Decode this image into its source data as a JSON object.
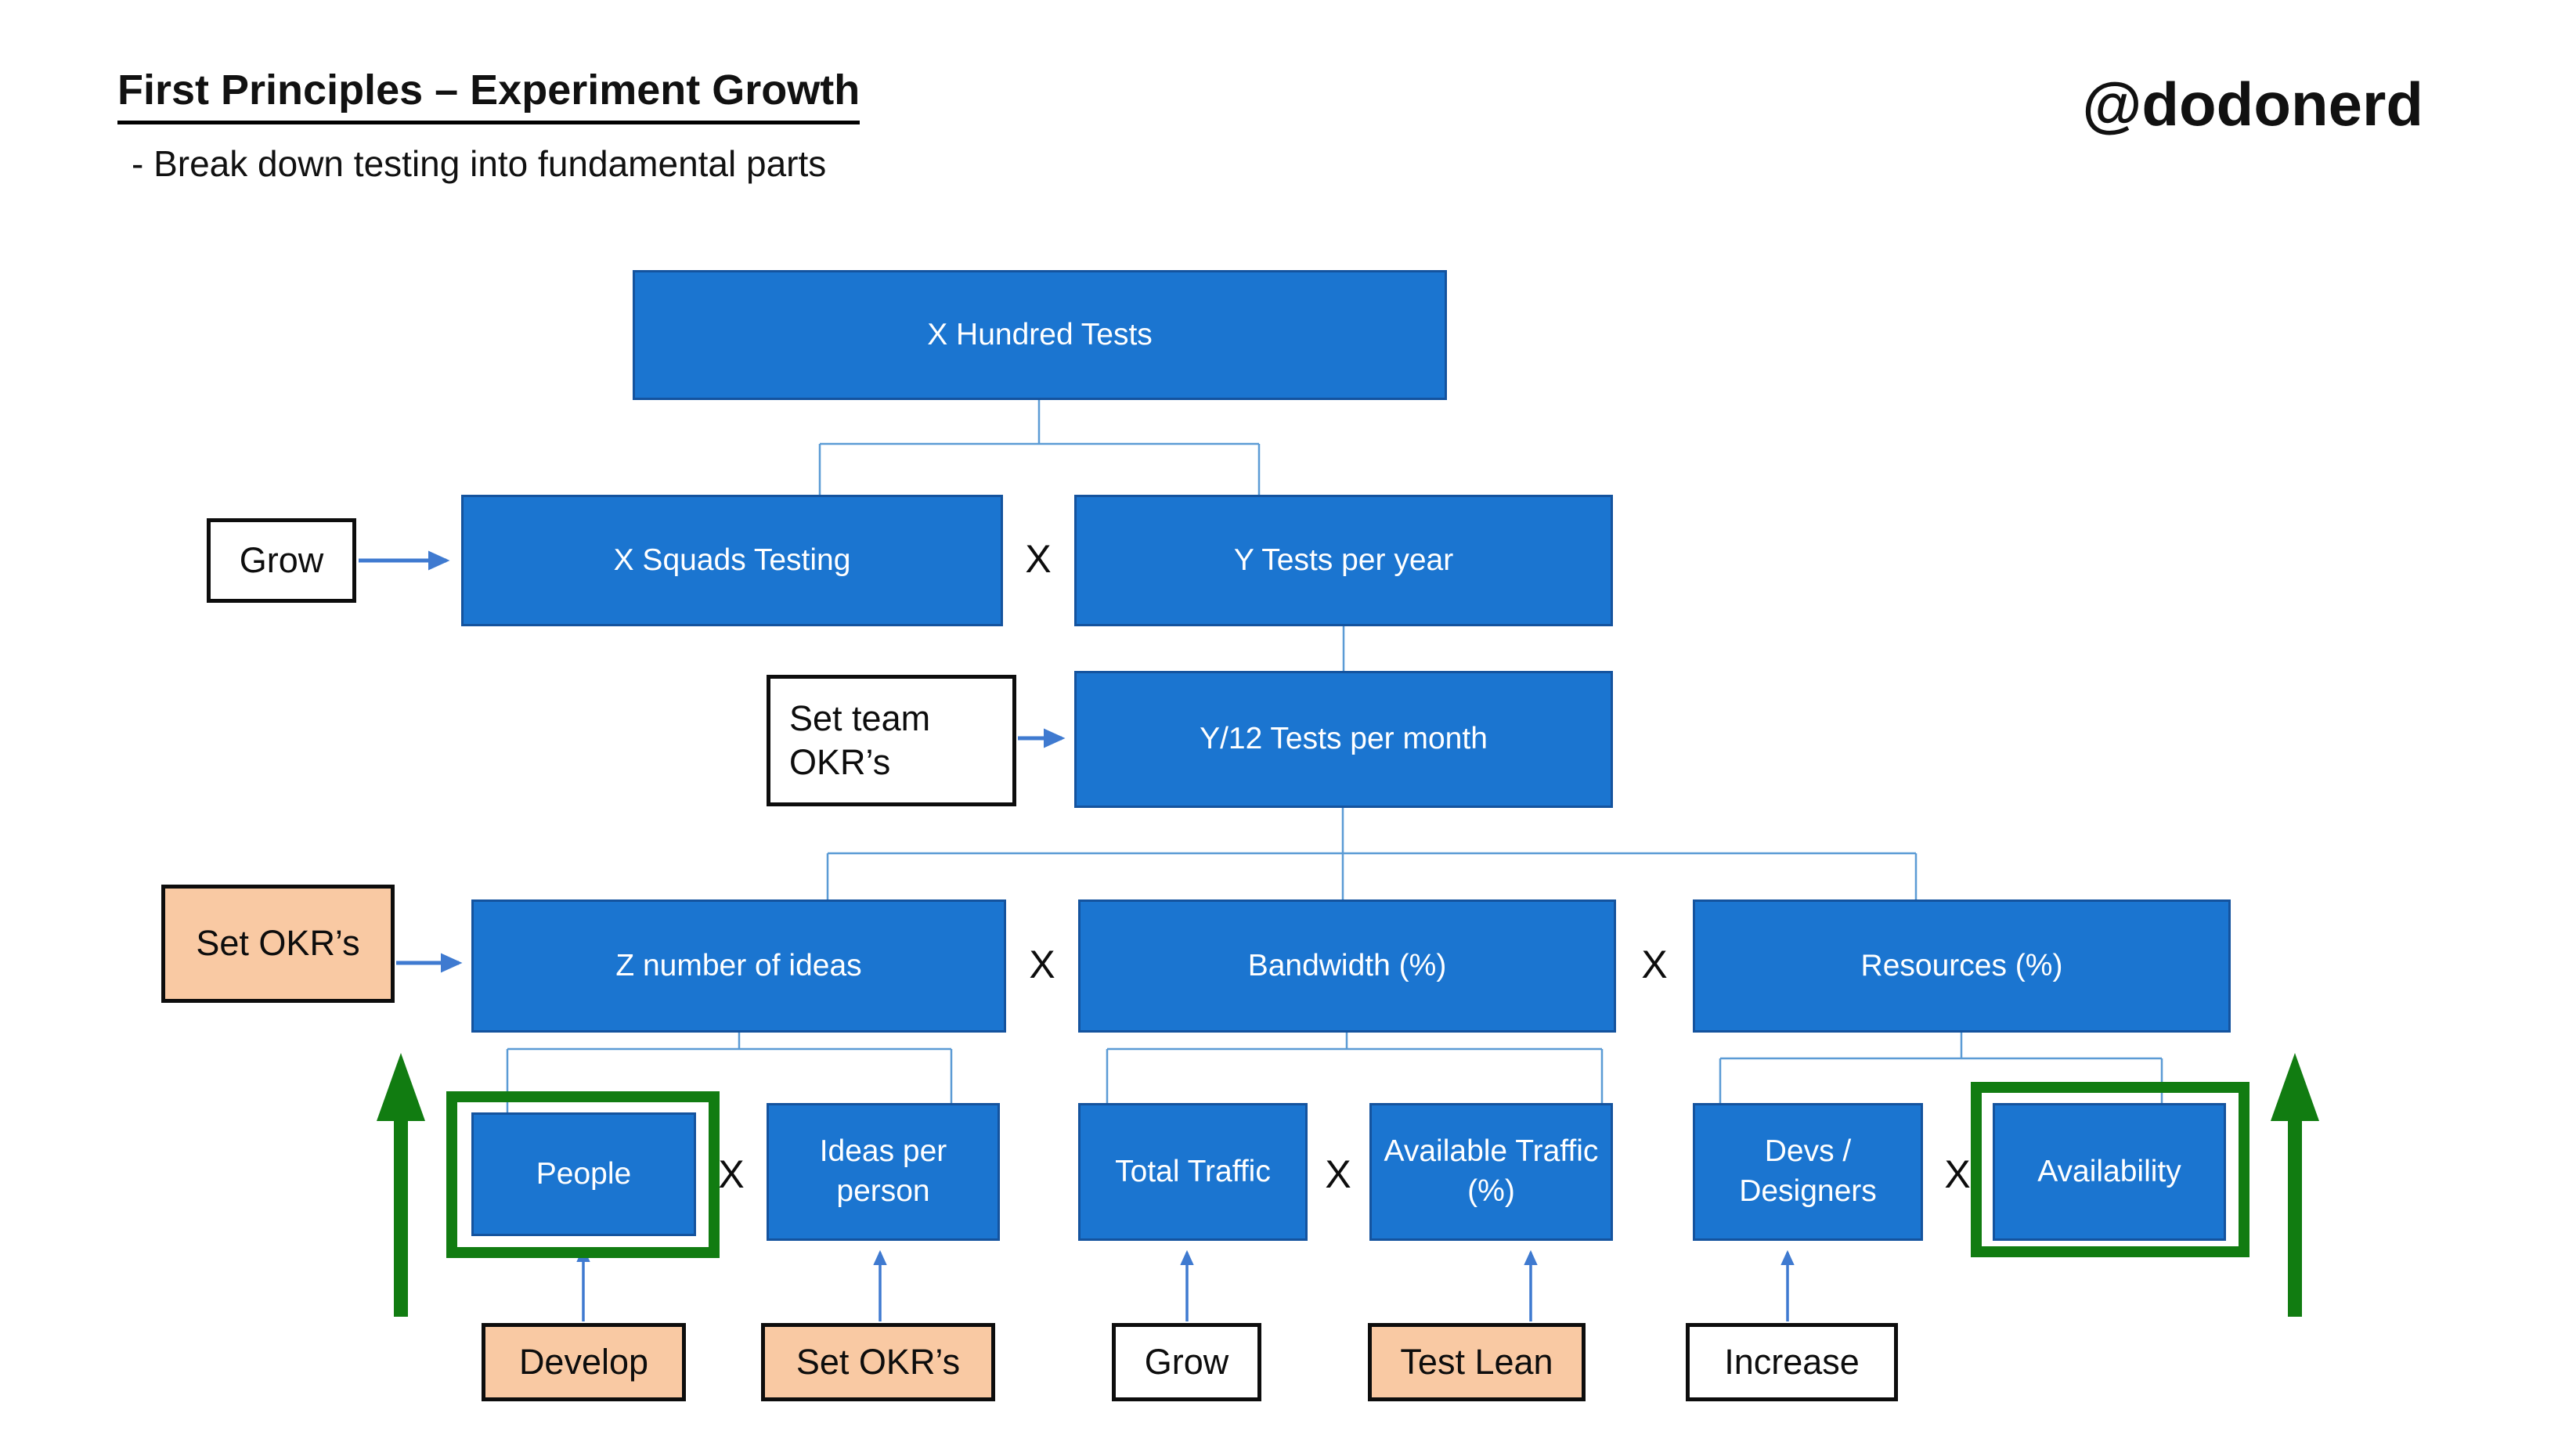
{
  "header": {
    "title": "First Principles – Experiment Growth",
    "subtitle": "- Break down testing into fundamental parts",
    "handle": "@dodonerd"
  },
  "operator": "X",
  "nodes": {
    "root": "X Hundred Tests",
    "squads": "X Squads Testing",
    "tests_per_year": "Y Tests per year",
    "tests_per_month": "Y/12 Tests per month",
    "ideas": "Z number of ideas",
    "bandwidth": "Bandwidth (%)",
    "resources": "Resources (%)",
    "people": "People",
    "ideas_per_person": "Ideas per person",
    "total_traffic": "Total Traffic",
    "available_traffic": "Available Traffic (%)",
    "devs_designers": "Devs / Designers",
    "availability": "Availability"
  },
  "actions": {
    "grow_squads": "Grow",
    "set_team_okrs": "Set team\nOKR’s",
    "set_okrs_ideas": "Set OKR’s",
    "develop": "Develop",
    "set_okrs_person": "Set OKR’s",
    "grow_traffic": "Grow",
    "test_lean": "Test Lean",
    "increase": "Increase"
  },
  "colors": {
    "node_fill": "#1b75d0",
    "node_border": "#14539e",
    "action_peach": "#f9c9a3",
    "action_white": "#ffffff",
    "highlight_green": "#117c11",
    "connector_blue": "#5b9bd5",
    "arrow_blue": "#3f7ad0",
    "text_on_node": "#ffffff",
    "text_dark": "#0d0d0d"
  }
}
